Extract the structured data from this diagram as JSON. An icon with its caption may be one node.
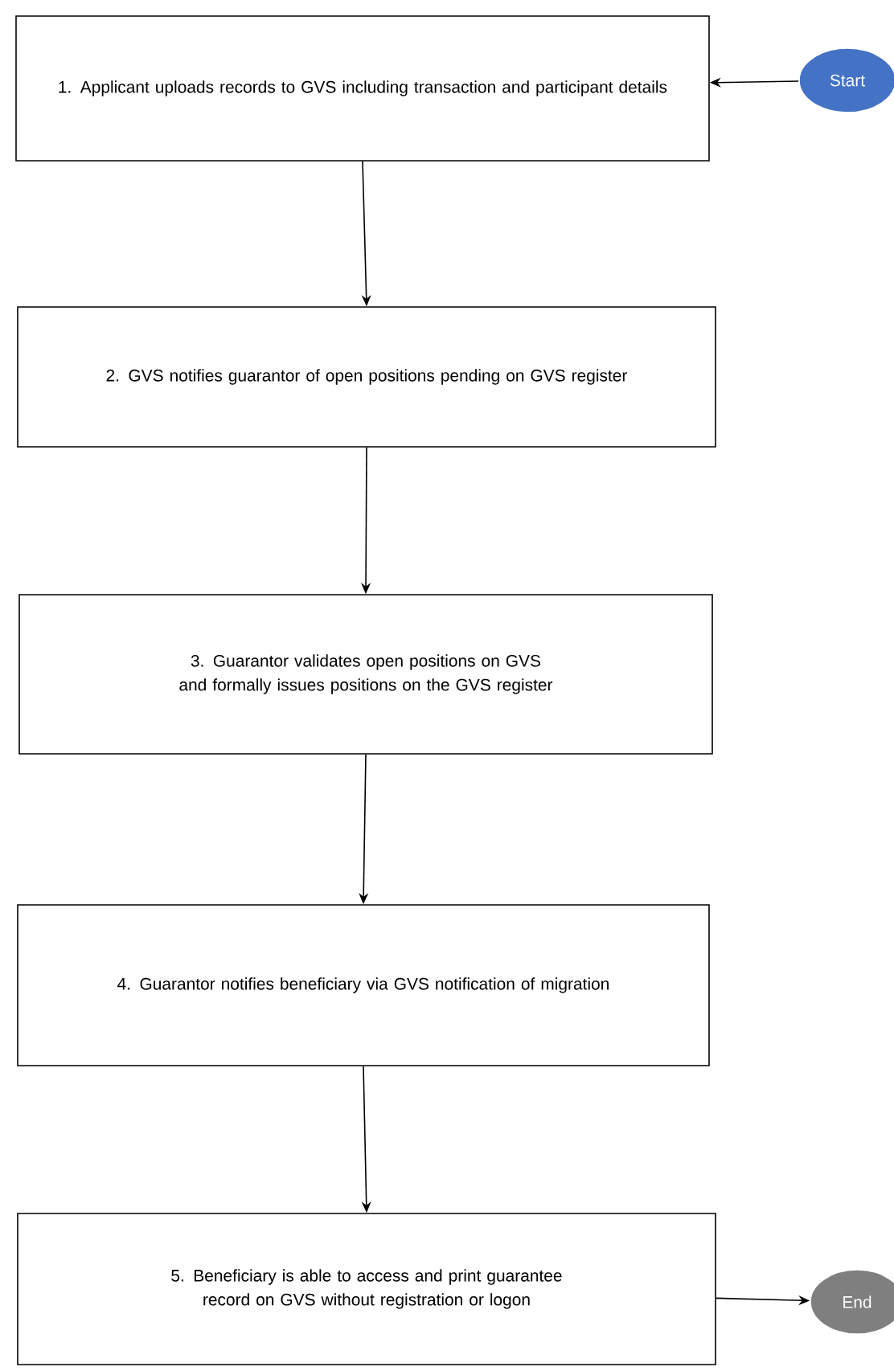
{
  "diagram": {
    "nodes": [
      {
        "text": [
          "1. Applicant uploads records to GVS including transaction and participant details"
        ]
      },
      {
        "text": [
          "2. GVS notifies guarantor of open positions pending on GVS register"
        ]
      },
      {
        "text": [
          "3. Guarantor validates open positions on GVS and formally issues positions on the GVS register"
        ]
      },
      {
        "text": [
          "4. Guarantor notifies beneficiary via GVS notification of migration"
        ]
      },
      {
        "text": [
          "5. Beneficiary is able to access and print guarantee record on GVS without registration or logon"
        ]
      },
      {
        "text": [
          "Start"
        ]
      },
      {
        "text": [
          "End"
        ]
      }
    ],
    "edges": [
      {
        "from": 5,
        "to": 0,
        "arrow": "to"
      },
      {
        "from": 0,
        "to": 1,
        "arrow": "to"
      },
      {
        "from": 1,
        "to": 2,
        "arrow": "to"
      },
      {
        "from": 2,
        "to": 3,
        "arrow": "to"
      },
      {
        "from": 3,
        "to": 4,
        "arrow": "to"
      },
      {
        "from": 4,
        "to": 6,
        "arrow": "to"
      }
    ]
  }
}
